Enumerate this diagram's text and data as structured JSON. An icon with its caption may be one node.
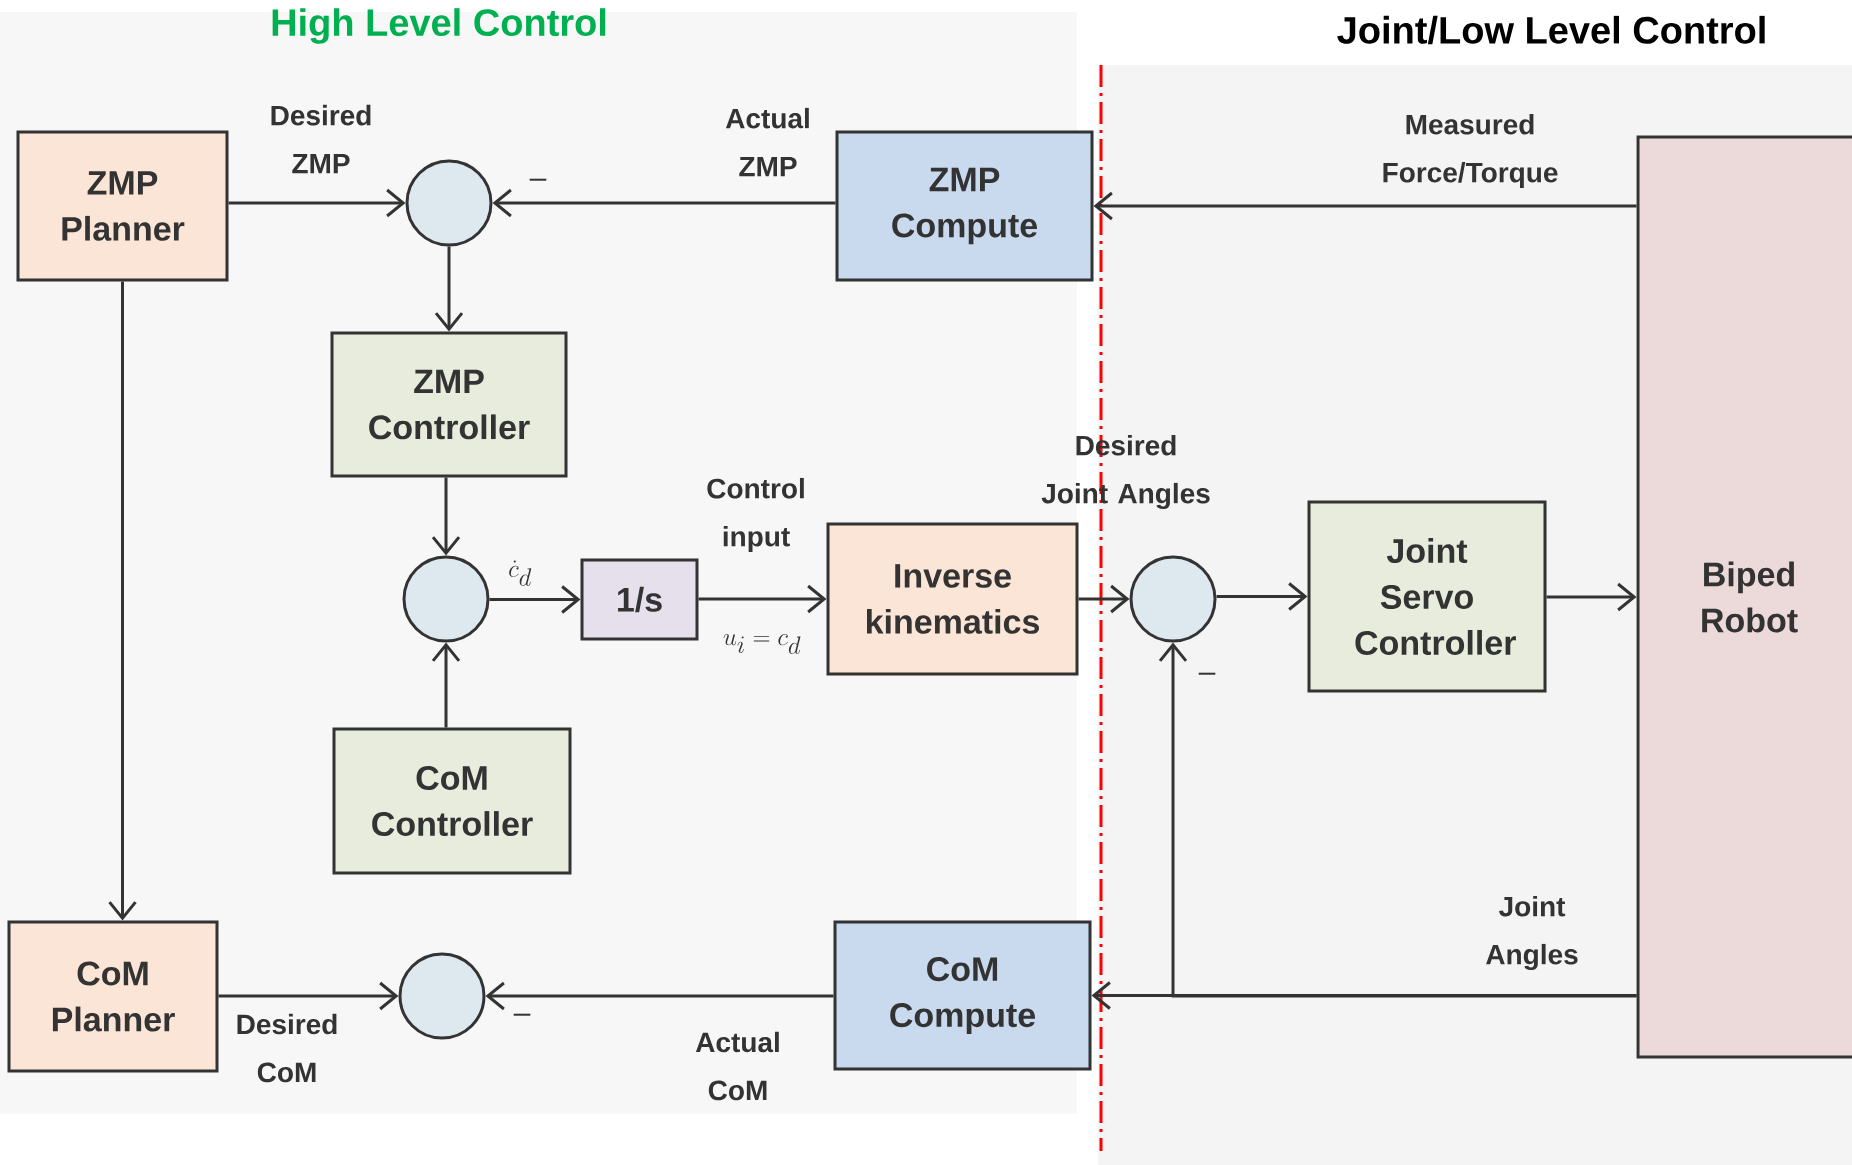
{
  "diagram": {
    "nodes": [
      {
        "text": [
          "ZMP Planner"
        ]
      },
      {
        "text": [],
        "shape": "circle"
      },
      {
        "text": [
          "ZMP Compute"
        ]
      },
      {
        "text": [
          "ZMP Controller"
        ]
      },
      {
        "text": [],
        "shape": "circle"
      },
      {
        "text": [
          "1/s"
        ]
      },
      {
        "text": [
          "Inverse kinematics"
        ]
      },
      {
        "text": [],
        "shape": "circle"
      },
      {
        "text": [
          "Joint Servo Controller"
        ]
      },
      {
        "text": [
          "Biped Robot"
        ]
      },
      {
        "text": [
          "CoM Controller"
        ]
      },
      {
        "text": [
          "CoM Planner"
        ]
      },
      {
        "text": [],
        "shape": "circle"
      },
      {
        "text": [
          "CoM Compute"
        ]
      }
    ],
    "edges": [
      {
        "from": 0,
        "to": 1,
        "arrow": "to",
        "label": "Desired ZMP"
      },
      {
        "from": 2,
        "to": 1,
        "arrow": "to",
        "label": "Actual ZMP"
      },
      {
        "from": 9,
        "to": 2,
        "arrow": "to",
        "label": "Measured Force/Torque"
      },
      {
        "from": 1,
        "to": 3,
        "arrow": "to"
      },
      {
        "from": 3,
        "to": 4,
        "arrow": "to"
      },
      {
        "from": 10,
        "to": 4,
        "arrow": "to"
      },
      {
        "from": 4,
        "to": 5,
        "arrow": "to",
        "label": "\\dot{c}_d"
      },
      {
        "from": 5,
        "to": 6,
        "arrow": "to",
        "label": "Control input"
      },
      {
        "from": 6,
        "to": 7,
        "arrow": "to",
        "label": "Desired Joint Angles"
      },
      {
        "from": 7,
        "to": 8,
        "arrow": "to"
      },
      {
        "from": 8,
        "to": 9,
        "arrow": "to"
      },
      {
        "from": 9,
        "to": 13,
        "arrow": "to",
        "label": "Joint Angles"
      },
      {
        "from": 9,
        "to": 7,
        "arrow": "to"
      },
      {
        "from": 13,
        "to": 12,
        "arrow": "to",
        "label": "Actual CoM"
      },
      {
        "from": 11,
        "to": 12,
        "arrow": "to",
        "label": "Desired CoM"
      },
      {
        "from": 0,
        "to": 11,
        "arrow": "to"
      }
    ],
    "labels": [
      "High Level Control",
      "Joint/Low Level Control",
      "–",
      "–",
      "–",
      "u_i = c_d"
    ]
  }
}
